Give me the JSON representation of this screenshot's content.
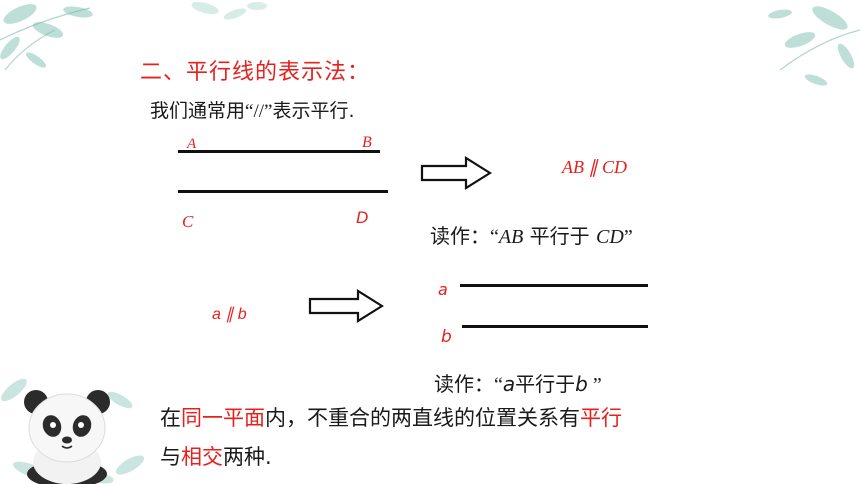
{
  "section_title": "二、平行线的表示法：",
  "intro": {
    "prefix": "我们通常用",
    "symbol": "“//”",
    "suffix": "表示平行."
  },
  "diagram1": {
    "label_a": "A",
    "label_b": "B",
    "label_c": "C",
    "label_d": "D",
    "notation": "AB ∥ CD",
    "reading_prefix": "读作：",
    "reading_quote_open": "“",
    "reading_ab": "AB",
    "reading_mid": " 平行于  ",
    "reading_cd": "CD",
    "reading_quote_close": "”"
  },
  "diagram2": {
    "notation": "a ∥ b",
    "label_a": "a",
    "label_b": "b",
    "reading_prefix": "读作：",
    "reading_quote_open": "“",
    "reading_a": "a",
    "reading_mid": "平行于",
    "reading_b": "b",
    "reading_quote_close": " ”"
  },
  "conclusion": {
    "p1": "在",
    "h1": "同一平面",
    "p2": "内，不重合的两直线的位置关系有",
    "h2": "平行",
    "p3": "与",
    "h3": "相交",
    "p4": "两种."
  },
  "colors": {
    "accent_red": "#e8201c",
    "text": "#1a1a1a",
    "leaf_green": "#8cc6bb"
  }
}
